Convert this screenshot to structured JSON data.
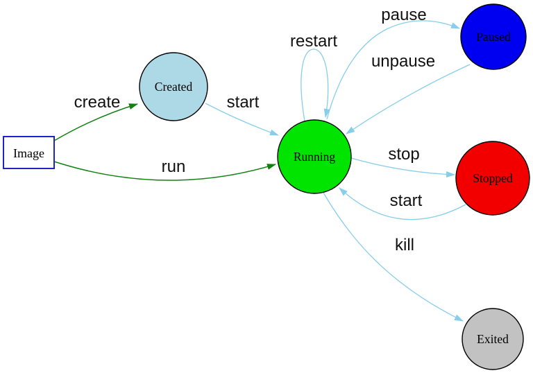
{
  "colors": {
    "background": "#ffffff",
    "edge_blue": "#87ceeb",
    "edge_green": "#128112",
    "node_border": "#000000",
    "image_box_border": "#2222cc",
    "image_box_fill": "#ffffff",
    "label_text": "#111111"
  },
  "nodes": {
    "image": {
      "label": "Image",
      "shape": "box",
      "fill": "#ffffff"
    },
    "created": {
      "label": "Created",
      "shape": "circle",
      "fill": "#add8e6"
    },
    "running": {
      "label": "Running",
      "shape": "circle",
      "fill": "#00e400"
    },
    "paused": {
      "label": "Paused",
      "shape": "circle",
      "fill": "#0000f0"
    },
    "stopped": {
      "label": "Stopped",
      "shape": "circle",
      "fill": "#f20000"
    },
    "exited": {
      "label": "Exited",
      "shape": "circle",
      "fill": "#c2c2c2"
    }
  },
  "edges": {
    "create": {
      "label": "create",
      "from": "Image",
      "to": "Created"
    },
    "run": {
      "label": "run",
      "from": "Image",
      "to": "Running"
    },
    "start_created": {
      "label": "start",
      "from": "Created",
      "to": "Running"
    },
    "restart": {
      "label": "restart",
      "from": "Running",
      "to": "Running"
    },
    "pause": {
      "label": "pause",
      "from": "Running",
      "to": "Paused"
    },
    "unpause": {
      "label": "unpause",
      "from": "Paused",
      "to": "Running"
    },
    "stop": {
      "label": "stop",
      "from": "Running",
      "to": "Stopped"
    },
    "start_stopped": {
      "label": "start",
      "from": "Stopped",
      "to": "Running"
    },
    "kill": {
      "label": "kill",
      "from": "Running",
      "to": "Exited"
    }
  }
}
